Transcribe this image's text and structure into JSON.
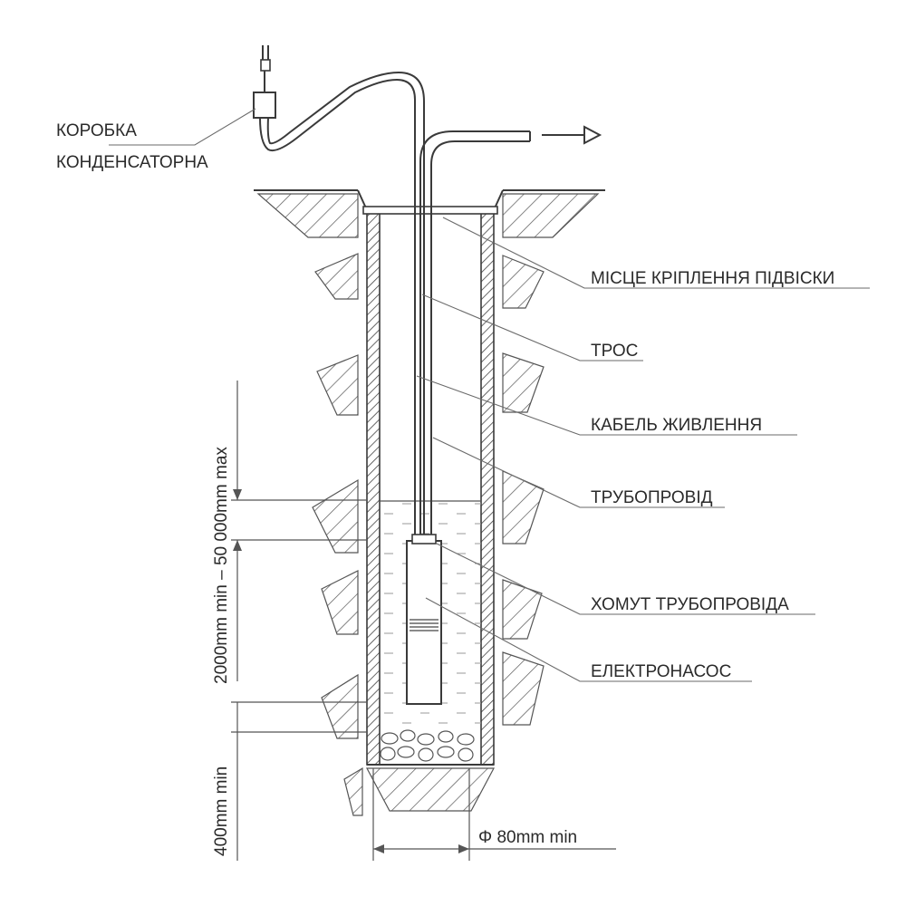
{
  "labels": {
    "capacitor_box_line1": "КОРОБКА",
    "capacitor_box_line2": "КОНДЕНСАТОРНА",
    "suspension_point": "МІСЦЕ КРІПЛЕННЯ ПІДВІСКИ",
    "rope": "ТРОС",
    "power_cable": "КАБЕЛЬ ЖИВЛЕННЯ",
    "pipeline": "ТРУБОПРОВІД",
    "pipe_clamp": "ХОМУТ ТРУБОПРОВІДА",
    "electric_pump": "ЕЛЕКТРОНАСОС"
  },
  "dimensions": {
    "depth_range": "2000mm min – 50 000mm max",
    "submersion": "2000mm min",
    "bottom_clearance": "400mm min",
    "diameter": "Φ 80mm min"
  },
  "icons": {
    "flow_arrow": "arrow-right-icon",
    "plug": "plug-icon"
  }
}
